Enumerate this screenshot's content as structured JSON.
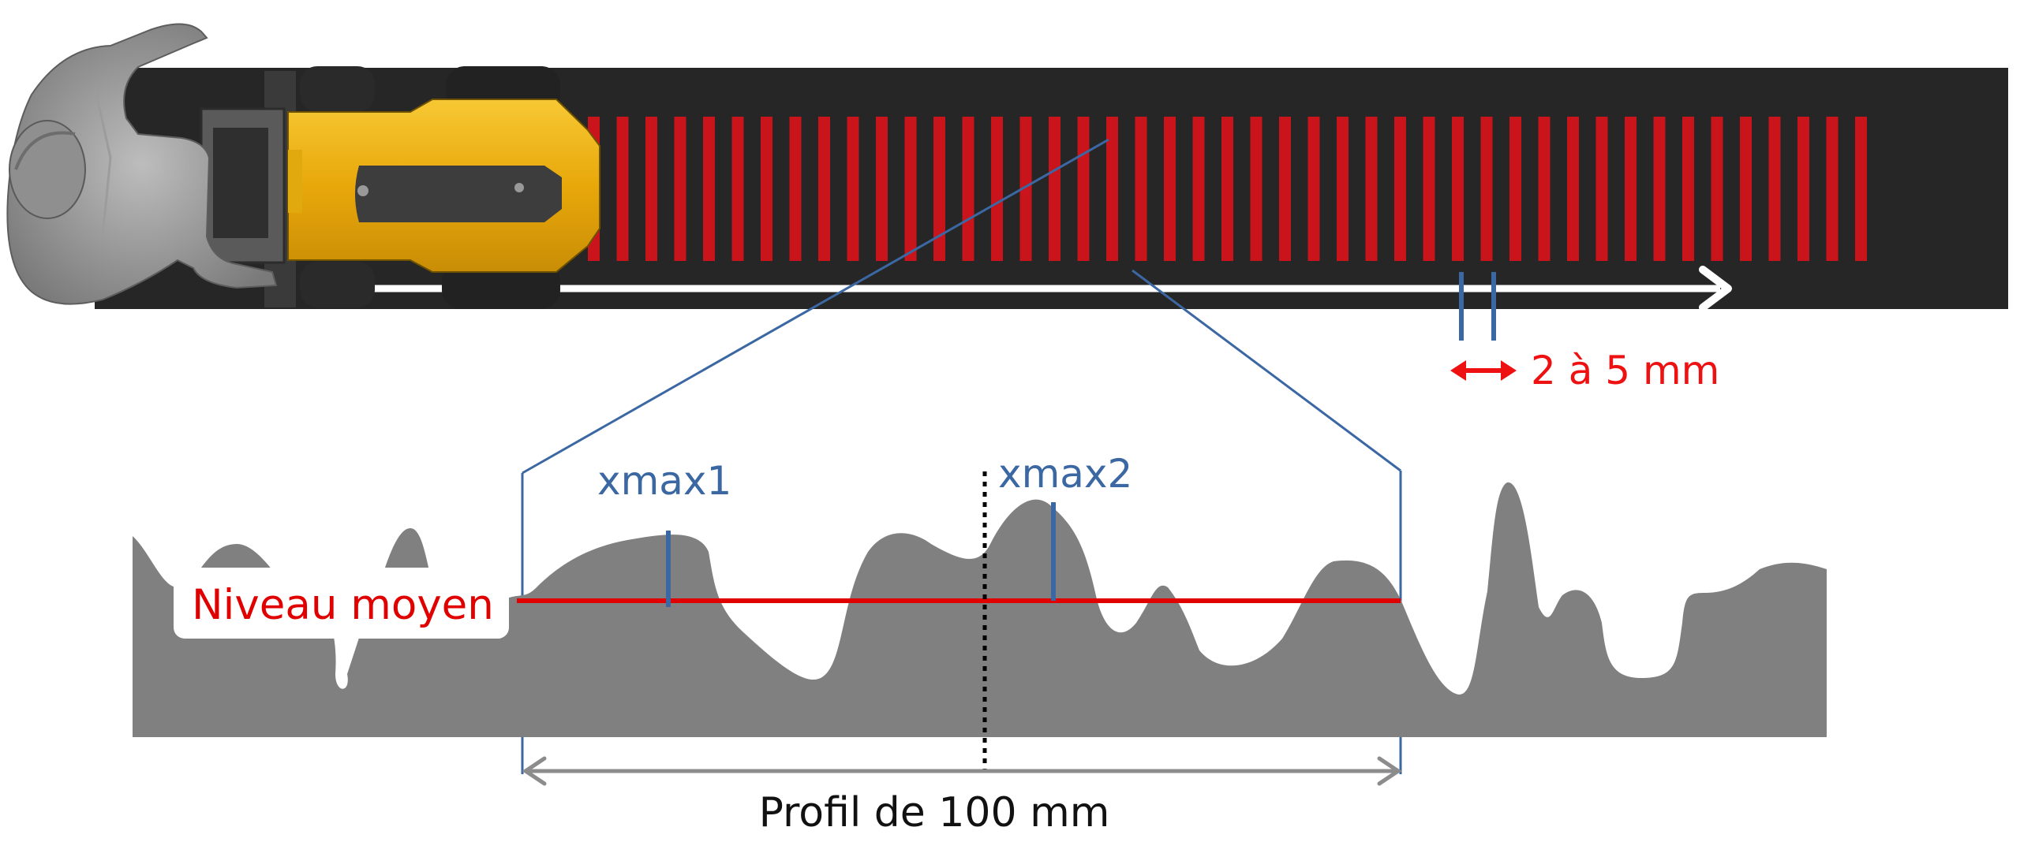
{
  "labels": {
    "spacing": "2 à 5 mm",
    "xmax1": "xmax1",
    "xmax2": "xmax2",
    "mean_level": "Niveau moyen",
    "profile_length": "Profil de 100 mm"
  },
  "colors": {
    "road": "#262626",
    "laser_stripes": "#c8141a",
    "robot_body": "#f2b413",
    "profile_fill": "#808080",
    "mean_line": "#e00000",
    "annotation_blue": "#3b67a3",
    "dimension_grey": "#8c8c8c",
    "arrow_white": "#ffffff"
  },
  "icons": {
    "operator": "person-walking-icon",
    "robot": "measurement-robot-icon",
    "direction": "right-arrow-icon",
    "spacing_arrow": "double-arrow-icon"
  }
}
